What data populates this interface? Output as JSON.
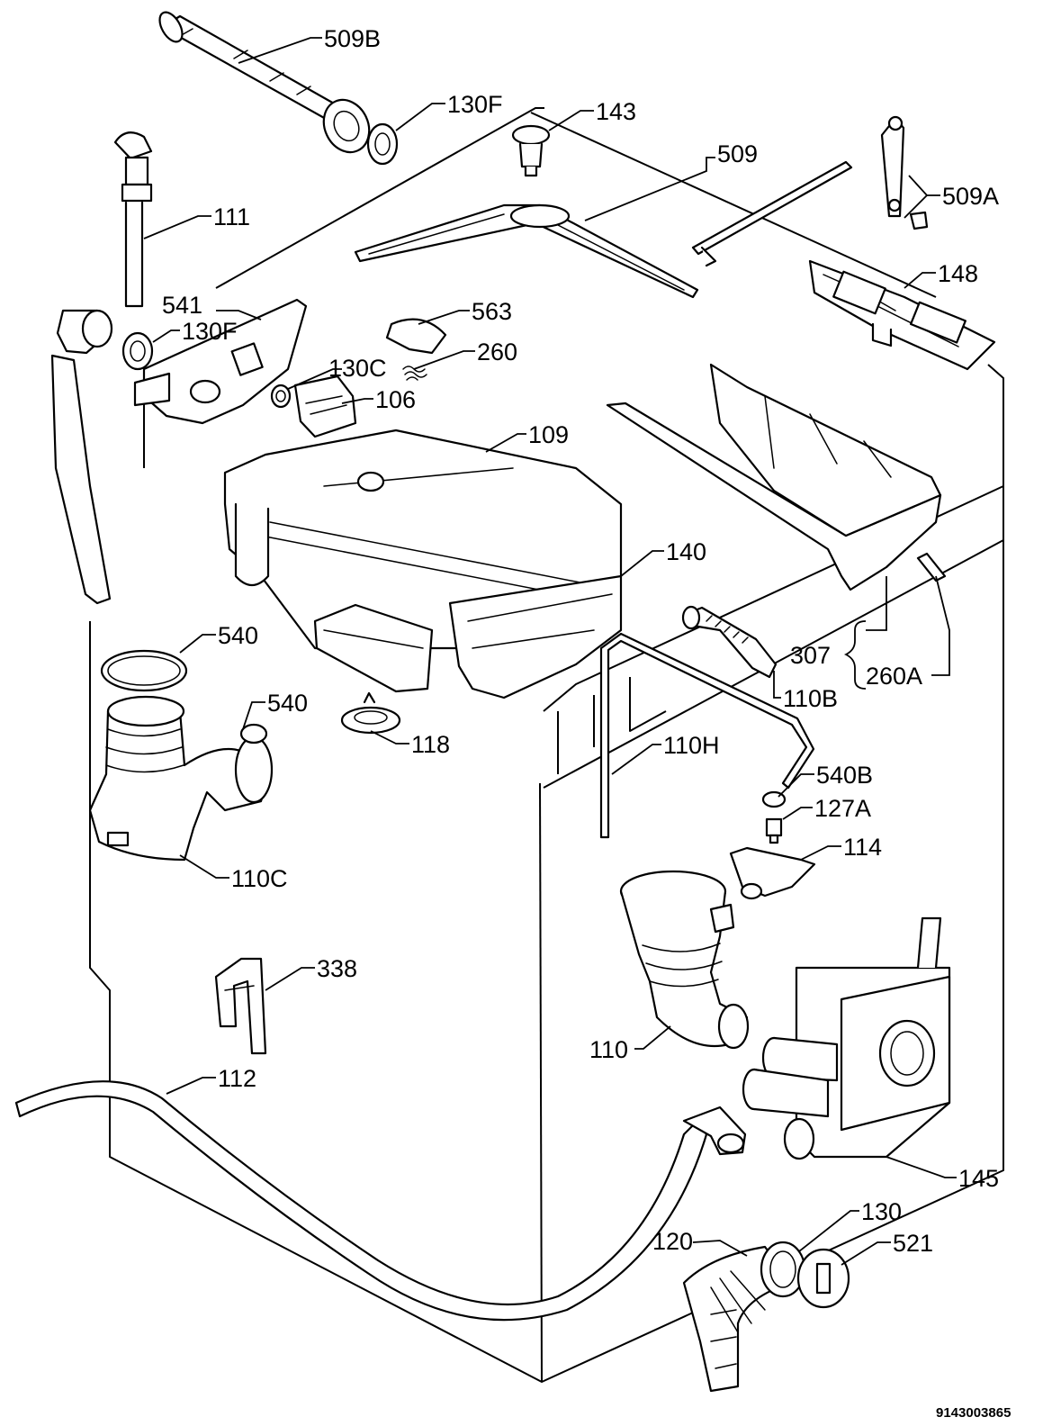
{
  "diagram": {
    "doc_code": "9143003865",
    "labels": {
      "p509b": "509B",
      "p130f_top": "130F",
      "p143": "143",
      "p509": "509",
      "p509a": "509A",
      "p111": "111",
      "p148": "148",
      "p541": "541",
      "p130f_mid": "130F",
      "p563": "563",
      "p260": "260",
      "p130c": "130C",
      "p106": "106",
      "p109": "109",
      "p140": "140",
      "p540_a": "540",
      "p540_b": "540",
      "p307": "307",
      "p260a": "260A",
      "p110b": "110B",
      "p118": "118",
      "p110h": "110H",
      "p540b": "540B",
      "p127a": "127A",
      "p114": "114",
      "p110c": "110C",
      "p338": "338",
      "p110": "110",
      "p112": "112",
      "p145": "145",
      "p130": "130",
      "p120": "120",
      "p521": "521"
    }
  }
}
